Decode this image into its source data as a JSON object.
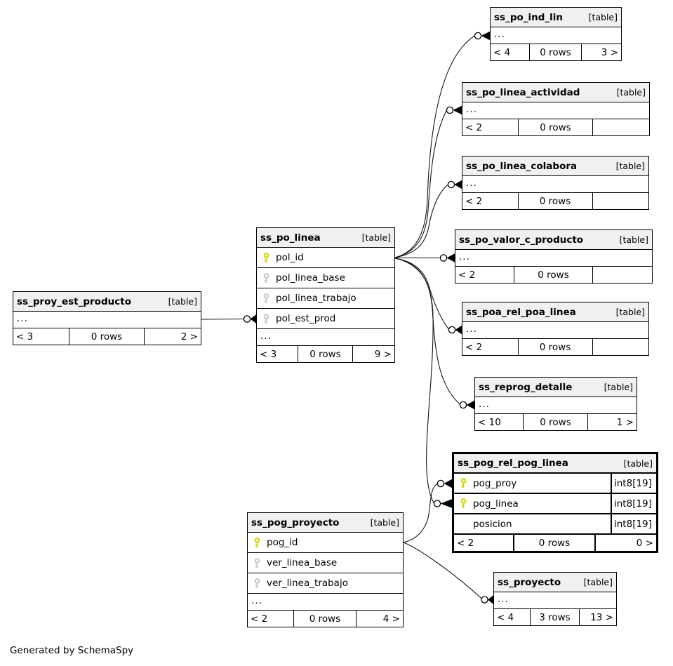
{
  "diagram": {
    "generator": "Generated by SchemaSpy",
    "ellipsis": "...",
    "colors": {
      "primary_key": "#d6d400",
      "foreign_key": "#c8c8c8",
      "header_bg": "#f0f0f0",
      "border": "#000000"
    }
  },
  "tables": [
    {
      "name": "ss_po_ind_lin",
      "tag": "[table]",
      "footer": {
        "left": "< 4",
        "center": "0 rows",
        "right": "3 >"
      }
    },
    {
      "name": "ss_po_linea_actividad",
      "tag": "[table]",
      "footer": {
        "left": "< 2",
        "center": "0 rows",
        "right": ""
      }
    },
    {
      "name": "ss_po_linea_colabora",
      "tag": "[table]",
      "footer": {
        "left": "< 2",
        "center": "0 rows",
        "right": ""
      }
    },
    {
      "name": "ss_po_valor_c_producto",
      "tag": "[table]",
      "footer": {
        "left": "< 2",
        "center": "0 rows",
        "right": ""
      }
    },
    {
      "name": "ss_poa_rel_poa_linea",
      "tag": "[table]",
      "footer": {
        "left": "< 2",
        "center": "0 rows",
        "right": ""
      }
    },
    {
      "name": "ss_reprog_detalle",
      "tag": "[table]",
      "footer": {
        "left": "< 10",
        "center": "0 rows",
        "right": "1 >"
      }
    },
    {
      "name": "ss_pog_rel_pog_linea",
      "tag": "[table]",
      "highlighted": true,
      "fields": [
        {
          "name": "pog_proy",
          "key": "primary",
          "type": "int8[19]"
        },
        {
          "name": "pog_linea",
          "key": "primary",
          "type": "int8[19]"
        },
        {
          "name": "posicion",
          "key": "none",
          "type": "int8[19]"
        }
      ],
      "footer": {
        "left": "< 2",
        "center": "0 rows",
        "right": "0 >"
      }
    },
    {
      "name": "ss_po_linea",
      "tag": "[table]",
      "fields": [
        {
          "name": "pol_id",
          "key": "primary"
        },
        {
          "name": "pol_linea_base",
          "key": "foreign"
        },
        {
          "name": "pol_linea_trabajo",
          "key": "foreign"
        },
        {
          "name": "pol_est_prod",
          "key": "foreign"
        }
      ],
      "footer": {
        "left": "< 3",
        "center": "0 rows",
        "right": "9 >"
      }
    },
    {
      "name": "ss_proy_est_producto",
      "tag": "[table]",
      "footer": {
        "left": "< 3",
        "center": "0 rows",
        "right": "2 >"
      }
    },
    {
      "name": "ss_pog_proyecto",
      "tag": "[table]",
      "fields": [
        {
          "name": "pog_id",
          "key": "primary"
        },
        {
          "name": "ver_linea_base",
          "key": "foreign"
        },
        {
          "name": "ver_linea_trabajo",
          "key": "foreign"
        }
      ],
      "footer": {
        "left": "< 2",
        "center": "0 rows",
        "right": "4 >"
      }
    },
    {
      "name": "ss_proyecto",
      "tag": "[table]",
      "footer": {
        "left": "< 4",
        "center": "3 rows",
        "right": "13 >"
      }
    }
  ]
}
